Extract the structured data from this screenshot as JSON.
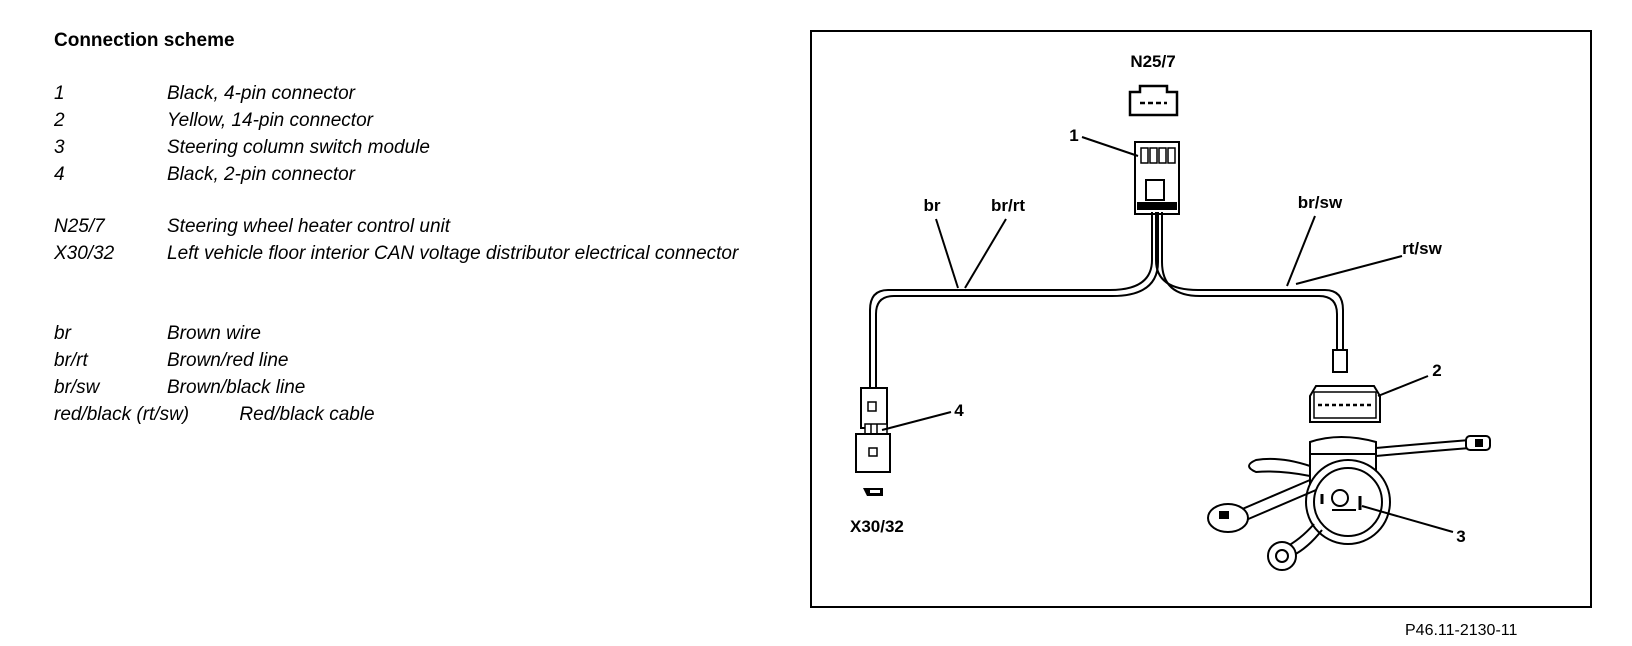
{
  "legend": {
    "heading": "Connection scheme",
    "items": [
      {
        "code": "1",
        "desc": "Black, 4-pin connector"
      },
      {
        "code": "2",
        "desc": "Yellow, 14-pin connector"
      },
      {
        "code": "3",
        "desc": "Steering column switch module"
      },
      {
        "code": "4",
        "desc": "Black, 2-pin connector"
      }
    ],
    "components": [
      {
        "code": "N25/7",
        "desc": "Steering wheel heater control unit"
      },
      {
        "code": "X30/32",
        "desc": "Left vehicle floor interior CAN voltage distributor electrical connector"
      }
    ],
    "wires": [
      {
        "code": "br",
        "desc": "Brown wire"
      },
      {
        "code": "br/rt",
        "desc": "Brown/red line"
      },
      {
        "code": "br/sw",
        "desc": "Brown/black line"
      },
      {
        "code": "red/black (rt/sw)",
        "desc": "Red/black cable"
      }
    ]
  },
  "diagram": {
    "labels": {
      "n25_7": "N25/7",
      "x30_32": "X30/32",
      "br": "br",
      "br_rt": "br/rt",
      "br_sw": "br/sw",
      "rt_sw": "rt/sw",
      "callout_1": "1",
      "callout_2": "2",
      "callout_3": "3",
      "callout_4": "4"
    },
    "figure_code": "P46.11-2130-11"
  }
}
